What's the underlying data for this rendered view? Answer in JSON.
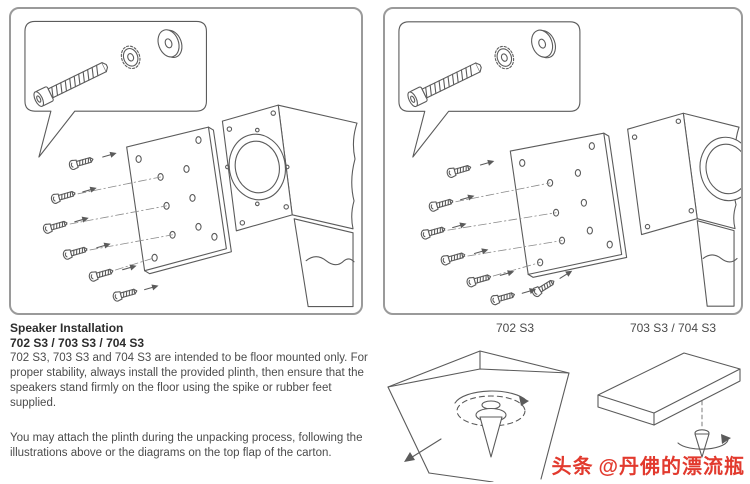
{
  "panels": {
    "left_caption": "702 S3",
    "right_caption": "703 S3 / 704 S3"
  },
  "section": {
    "heading": "Speaker Installation",
    "models_line": "702 S3 / 703 S3 / 704 S3",
    "paragraph1": "702 S3, 703 S3 and 704 S3 are intended to be floor mounted only. For proper stability, always install the provided plinth, then ensure that the speakers stand firmly on the floor using the spike or rubber feet supplied.",
    "paragraph2": "You may attach the plinth during the unpacking process, following the illustrations above or the diagrams on the top flap of the carton."
  },
  "watermark": {
    "badge": "头条",
    "handle": "@丹佛的漂流瓶",
    "color": "#e23a2e"
  },
  "illustrations": {
    "top_left": "plinth-bolt-installation-diagram-702-s3",
    "top_right": "plinth-bolt-installation-diagram-703-704-s3",
    "bottom_left": "spike-fitting-carton-flap-diagram",
    "bottom_right": "spike-under-cabinet-diagram"
  },
  "colors": {
    "diagram_line": "#5b5b5b",
    "panel_border": "#9a9a9a",
    "heading_text": "#2d2d2d",
    "body_text": "#4c4c4c",
    "watermark_red": "#e23a2e"
  }
}
